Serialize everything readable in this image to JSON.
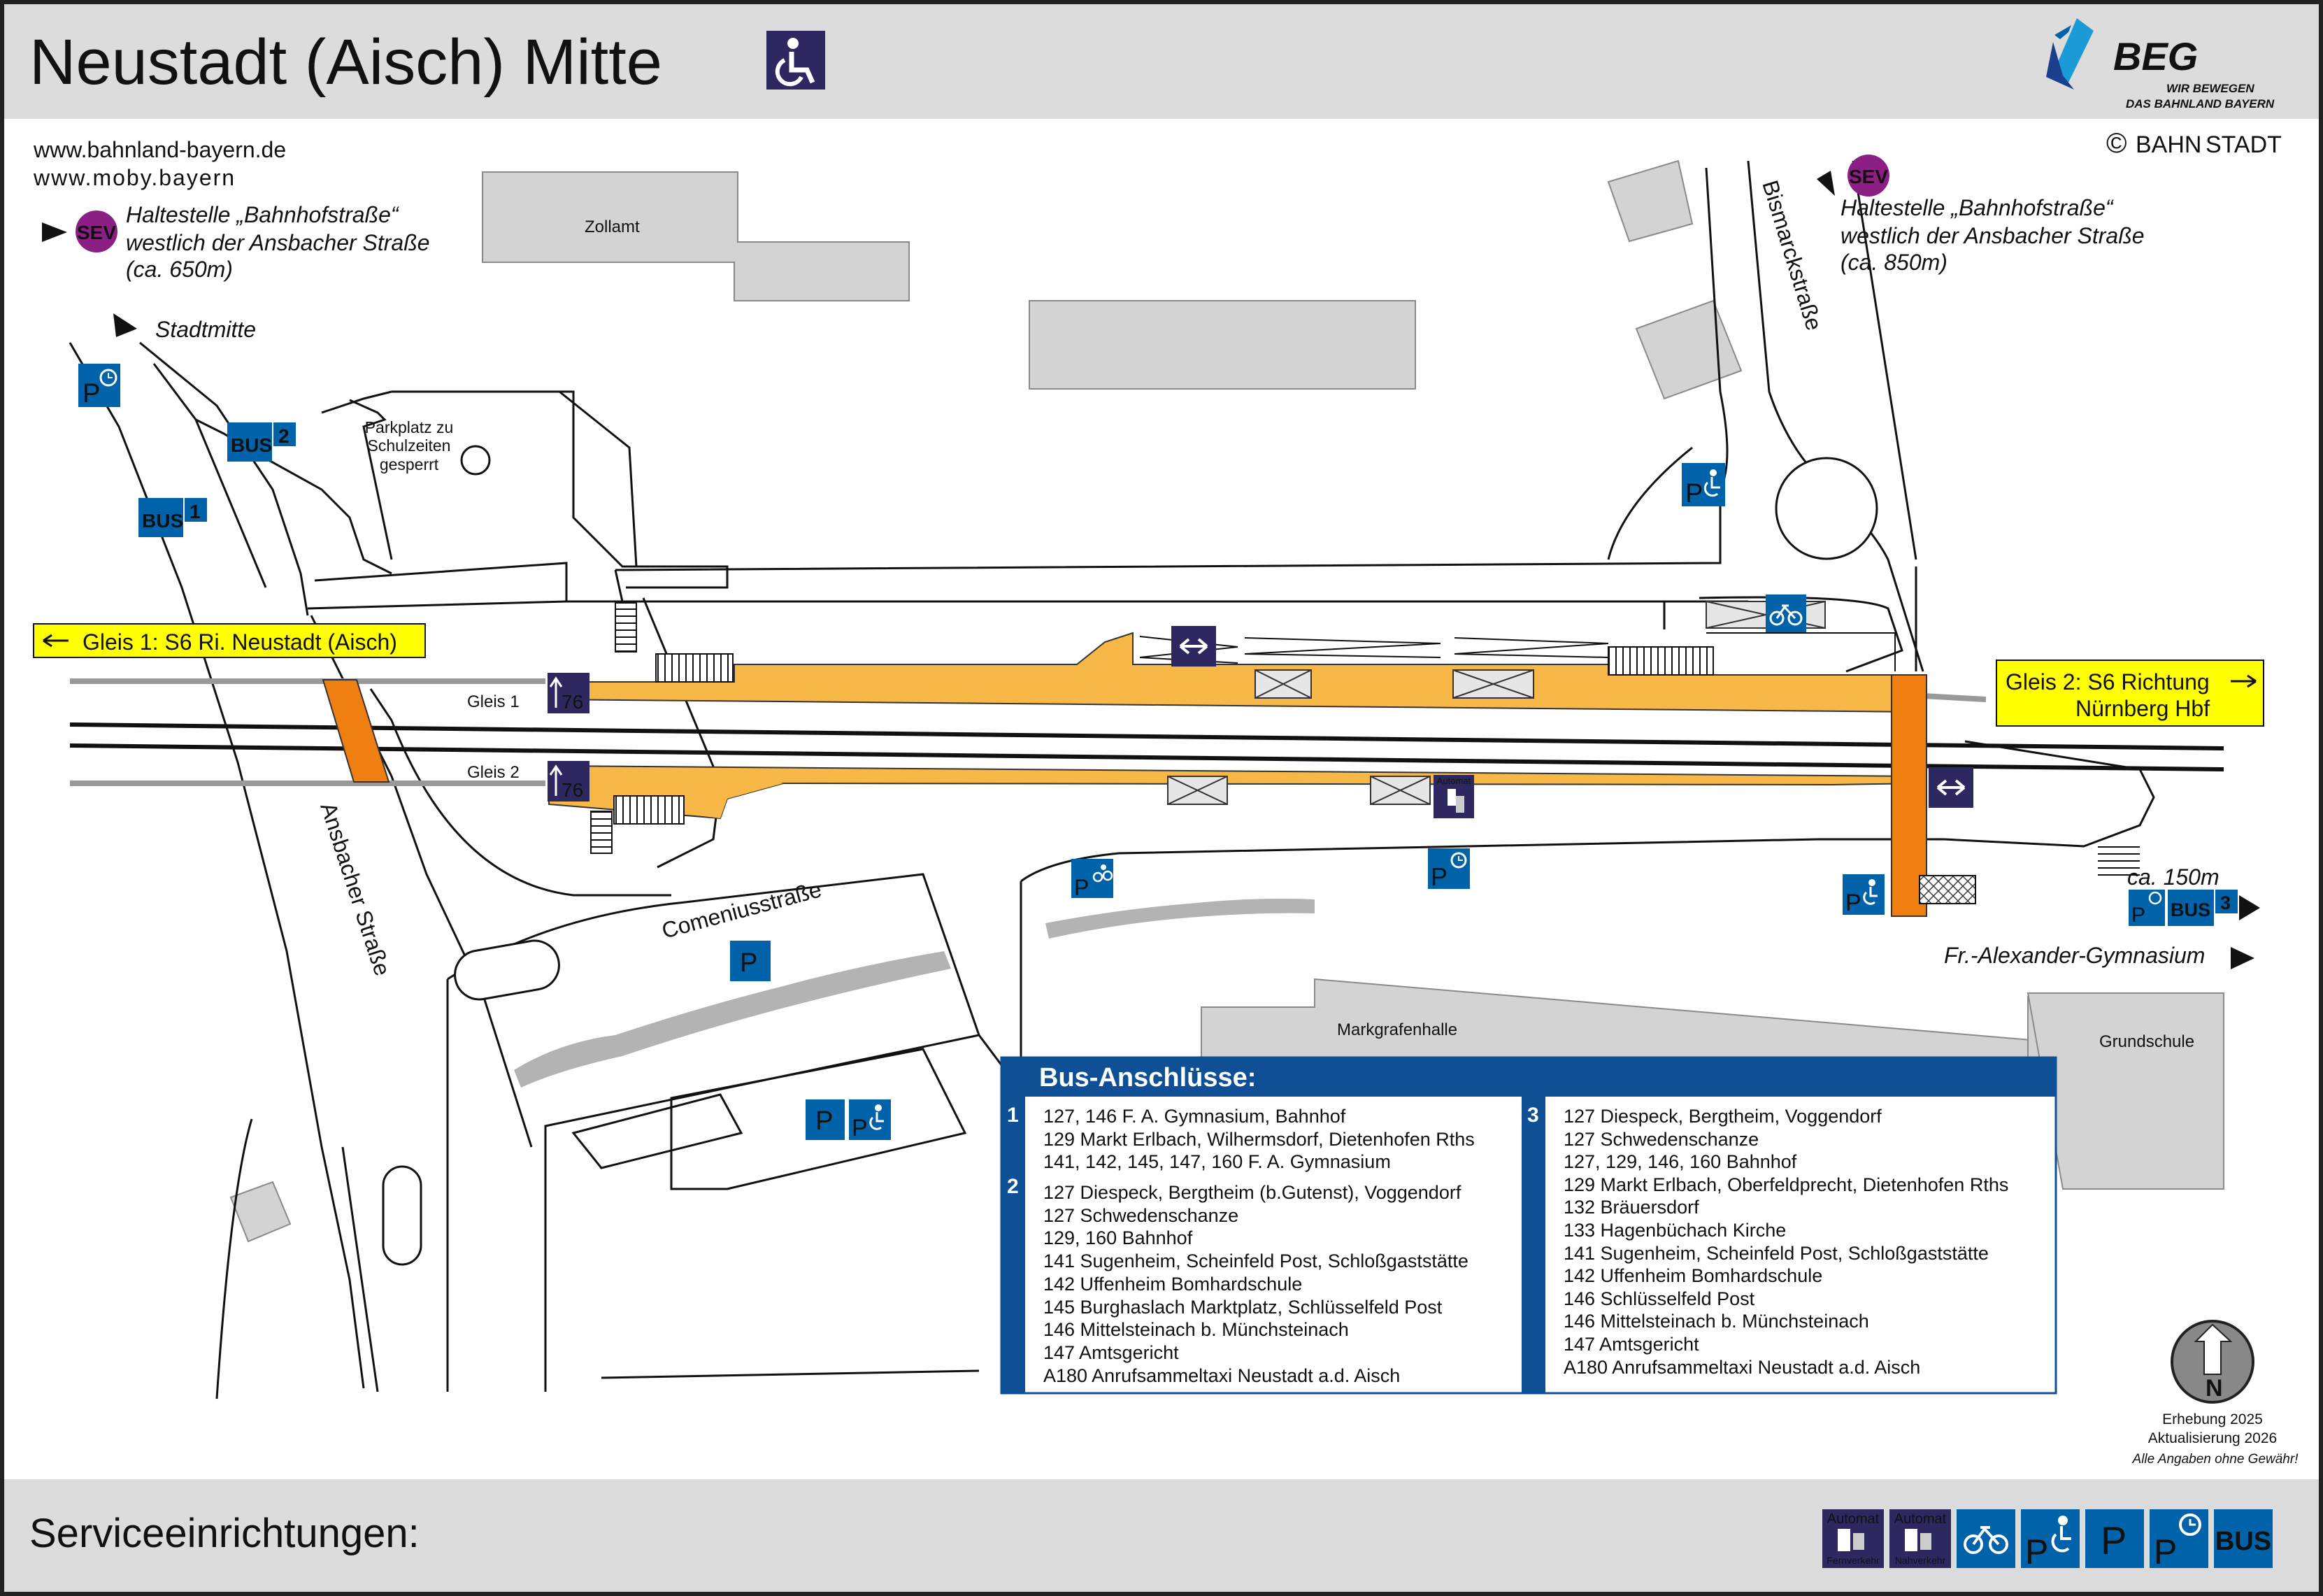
{
  "header": {
    "title": "Neustadt (Aisch) Mitte",
    "logo_text": "BEG",
    "logo_tagline_1": "WIR BEWEGEN",
    "logo_tagline_2": "DAS BAHNLAND BAYERN",
    "copyright_symbol": "©",
    "copyright_word_1": "BAHN",
    "copyright_word_2": "STADT"
  },
  "links": [
    "www.bahnland-bayern.de",
    "www.moby.bayern"
  ],
  "sev_left": {
    "badge": "SEV",
    "line1": "Haltestelle „Bahnhofstraße“",
    "line2": "westlich der Ansbacher Straße",
    "line3": "(ca. 650m)"
  },
  "sev_right": {
    "badge": "SEV",
    "line1": "Haltestelle „Bahnhofstraße“",
    "line2": "westlich der Ansbacher Straße",
    "line3": "(ca. 850m)"
  },
  "labels": {
    "stadtmitte": "Stadtmitte",
    "zollamt": "Zollamt",
    "parkplatz_1": "Parkplatz zu",
    "parkplatz_2": "Schulzeiten",
    "parkplatz_3": "gesperrt",
    "bismarck": "Bismarckstraße",
    "ansbacher": "Ansbacher Straße",
    "comenius": "Comeniusstraße",
    "markgrafenhalle": "Markgrafenhalle",
    "grundschule": "Grundschule",
    "gymnasium": "Fr.-Alexander-Gymnasium",
    "distance": "ca. 150m",
    "gleis1": "Gleis 1",
    "gleis2": "Gleis 2",
    "height": "76"
  },
  "platform_signs": {
    "gleis1": "Gleis 1: S6 Ri. Neustadt (Aisch)",
    "gleis2_line1": "Gleis 2: S6 Richtung",
    "gleis2_line2": "Nürnberg Hbf"
  },
  "bus_stops": [
    {
      "label": "BUS",
      "number": "1"
    },
    {
      "label": "BUS",
      "number": "2"
    },
    {
      "label": "BUS",
      "number": "3"
    }
  ],
  "icon_text": {
    "parking": "P",
    "automat": "Automat",
    "automat_fern": "Fernverkehr",
    "automat_nah": "Nahverkehr",
    "bus": "BUS",
    "north": "N"
  },
  "bus_connections": {
    "title": "Bus-Anschlüsse:",
    "stop1": {
      "number": "1",
      "lines": [
        "127, 146 F. A. Gymnasium, Bahnhof",
        "129 Markt Erlbach, Wilhermsdorf, Dietenhofen Rths",
        "141, 142, 145, 147, 160 F. A. Gymnasium"
      ]
    },
    "stop2": {
      "number": "2",
      "lines": [
        "127 Diespeck, Bergtheim (b.Gutenst), Voggendorf",
        "127 Schwedenschanze",
        "129, 160 Bahnhof",
        "141 Sugenheim, Scheinfeld Post, Schloßgaststätte",
        "142 Uffenheim Bomhardschule",
        "145 Burghaslach Marktplatz, Schlüsselfeld Post",
        "146 Mittelsteinach b. Münchsteinach",
        "147 Amtsgericht",
        "A180 Anrufsammeltaxi Neustadt a.d. Aisch"
      ]
    },
    "stop3": {
      "number": "3",
      "lines": [
        "127 Diespeck, Bergtheim, Voggendorf",
        "127 Schwedenschanze",
        "127, 129, 146, 160 Bahnhof",
        "129 Markt Erlbach, Oberfeldprecht, Dietenhofen Rths",
        "132 Bräuersdorf",
        "133 Hagenbüchach Kirche",
        "141 Sugenheim, Scheinfeld Post, Schloßgaststätte",
        "142 Uffenheim Bomhardschule",
        "146 Schlüsselfeld Post",
        "146 Mittelsteinach b. Münchsteinach",
        "147 Amtsgericht",
        "A180 Anrufsammeltaxi Neustadt a.d. Aisch"
      ]
    }
  },
  "footer": {
    "survey": "Erhebung 2025",
    "update": "Aktualisierung 2026",
    "disclaimer": "Alle Angaben ohne Gewähr!",
    "services_label": "Serviceeinrichtungen:"
  },
  "colors": {
    "header_bg": "#dcdcdc",
    "platform": "#f8b847",
    "access_path": "#f07f12",
    "sign_yellow": "#ffff00",
    "icon_dark": "#2e2860",
    "icon_blue": "#0062a8",
    "bus_panel": "#0f4f96",
    "building": "#d3d3d3",
    "sev": "#8b1f83",
    "link_blue": "#1a9ad6"
  }
}
